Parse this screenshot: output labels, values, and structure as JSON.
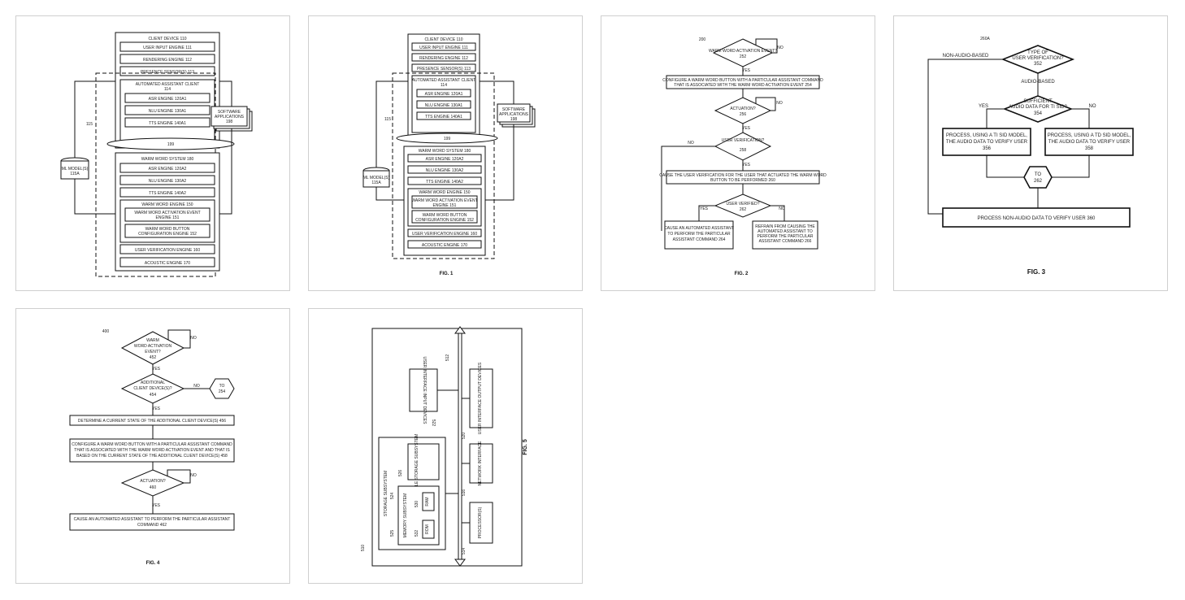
{
  "figures": {
    "fig1a": {
      "client_device": "CLIENT DEVICE 110",
      "user_input_engine": "USER INPUT ENGINE 111",
      "rendering_engine": "RENDERING ENGINE 112",
      "presence_sensors": "PRESENCE SENSOR(S) 113",
      "assistant_client": "AUTOMATED ASSISTANT CLIENT",
      "assistant_client_num": "114",
      "asr_engine": "ASR ENGINE 120A1",
      "nlu_engine": "NLU ENGINE 130A1",
      "tts_engine": "TTS ENGINE 140A1",
      "network_label": "199",
      "ref_115": "115",
      "ml_models": "ML MODEL(S)",
      "ml_models_num": "115A",
      "software_apps": "SOFTWARE",
      "software_apps2": "APPLICATIONS",
      "software_apps_num": "198",
      "warm_word_system": "WARM WORD SYSTEM 180",
      "asr_engine2": "ASR ENGINE 120A2",
      "nlu_engine2": "NLU ENGINE 130A2",
      "tts_engine2": "TTS ENGINE 140A2",
      "warm_word_engine": "WARM WORD ENGINE 150",
      "activation_event_engine": "WARM WORD ACTIVATION EVENT",
      "activation_event_engine2": "ENGINE 151",
      "button_config_engine": "WARM WORD BUTTON",
      "button_config_engine2": "CONFIGURATION ENGINE 152",
      "user_verification_engine": "USER VERIFICATION ENGINE 160",
      "acoustic_engine": "ACOUSTIC ENGINE 170"
    },
    "fig1b": {
      "caption": "FIG. 1"
    },
    "fig2": {
      "ref": "200",
      "d1": "WARM WORD ACTIVATION EVENT?",
      "d1_num": "252",
      "no": "NO",
      "yes": "YES",
      "b1": "CONFIGURE A WARM WORD BUTTON WITH A PARTICULAR ASSISTANT COMMAND",
      "b1b": "THAT IS ASSOCIATED WITH THE WARM WORD ACTIVATION EVENT 254",
      "d2": "ACTUATION?",
      "d2_num": "256",
      "d3": "USER VERIFICATION?",
      "d3_num": "258",
      "b2": "CAUSE THE USER VERIFICATION FOR THE USER THAT ACTUATED THE WARM WORD",
      "b2b": "BUTTON TO BE PERFORMED 260",
      "d4": "USER VERIFIED?",
      "d4_num": "262",
      "b3": "CAUSE AN AUTOMATED ASSISTANT",
      "b3b": "TO PERFORM THE PARTICULAR",
      "b3c": "ASSISTANT COMMAND 264",
      "b4": "REFRAIN FROM CAUSING THE",
      "b4b": "AUTOMATED ASSISTANT TO",
      "b4c": "PERFORM THE PARTICULAR",
      "b4d": "ASSISTANT COMMAND 266",
      "caption": "FIG. 2"
    },
    "fig3": {
      "ref": "260A",
      "d1": "TYPE OF",
      "d1b": "USER VERIFICATION?",
      "d1_num": "352",
      "non_audio": "NON-AUDIO-BASED",
      "audio": "AUDIO-BASED",
      "d2": "SUFFICIENT",
      "d2b": "AUDIO DATA FOR TI SID?",
      "d2_num": "354",
      "yes": "YES",
      "no": "NO",
      "b1": "PROCESS, USING A TI SID MODEL,",
      "b1b": "THE AUDIO DATA TO VERIFY USER",
      "b1_num": "356",
      "b2": "PROCESS, USING A TD SID MODEL,",
      "b2b": "THE AUDIO DATA TO VERIFY USER",
      "b2_num": "358",
      "to": "TO",
      "to_num": "262",
      "b3": "PROCESS NON-AUDIO DATA TO VERIFY USER 360",
      "caption": "FIG. 3"
    },
    "fig4": {
      "ref": "400",
      "d1": "WARM",
      "d1b": "WORD ACTIVATION",
      "d1c": "EVENT?",
      "d1_num": "452",
      "no": "NO",
      "yes": "YES",
      "d2": "ADDITIONAL",
      "d2b": "CLIENT DEVICE(S)?",
      "d2_num": "454",
      "to": "TO",
      "to_num": "254",
      "b1": "DETERMINE A CURRENT STATE OF THE ADDITIONAL CLIENT DEVICE(S) 456",
      "b2": "CONFIGURE A WARM WORD BUTTON WITH A PARTICULAR ASSISTANT COMMAND",
      "b2b": "THAT IS ASSOCIATED WITH THE WARM WORD ACTIVATION EVENT AND THAT IS",
      "b2c": "BASED ON THE CURRENT STATE OF THE ADDITIONAL CLIENT DEVICE(S) 458",
      "d3": "ACTUATION?",
      "d3_num": "460",
      "b3": "CAUSE AN AUTOMATED ASSISTANT TO PERFORM THE PARTICULAR ASSISTANT",
      "b3b": "COMMAND 462",
      "caption": "FIG. 4"
    },
    "fig5": {
      "ref_510": "510",
      "bus": "512",
      "ui_input": "USER INTERFACE INPUT DEVICES",
      "ui_input_num": "522",
      "ui_output": "USER INTERFACE OUTPUT DEVICES",
      "ui_output_num": "520",
      "network": "NETWORK INTERFACE",
      "network_num": "516",
      "processor": "PROCESSOR(S)",
      "processor_num": "514",
      "storage": "STORAGE SUBSYSTEM",
      "storage_num": "524",
      "file_storage": "FILE STORAGE SUBSYSTEM",
      "file_storage_num": "526",
      "memory": "MEMORY SUBSYSTEM",
      "memory_num": "525",
      "ram": "RAM",
      "ram_num": "530",
      "rom": "ROM",
      "rom_num": "532",
      "caption": "FIG. 5"
    }
  }
}
